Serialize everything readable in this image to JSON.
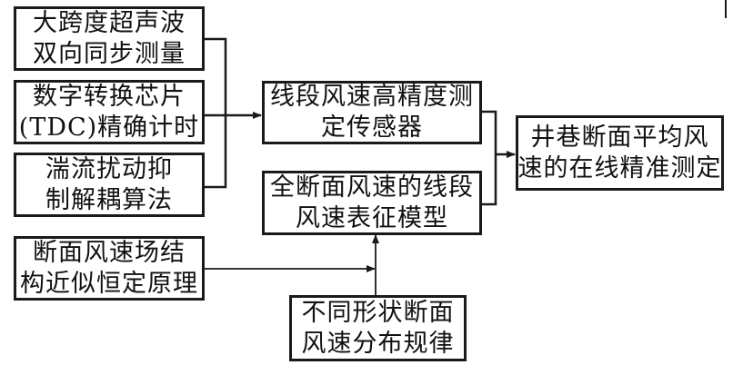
{
  "diagram": {
    "nodes": {
      "ultrasonic": {
        "lines": [
          "大跨度超声波",
          "双向同步测量"
        ]
      },
      "tdc": {
        "lines": [
          "数字转换芯片",
          "(TDC)精确计时"
        ]
      },
      "turbulence": {
        "lines": [
          "湍流扰动抑",
          "制解耦算法"
        ]
      },
      "sensor": {
        "lines": [
          "线段风速高精度测",
          "定传感器"
        ]
      },
      "model": {
        "lines": [
          "全断面风速的线段",
          "风速表征模型"
        ]
      },
      "result": {
        "lines": [
          "井巷断面平均风",
          "速的在线精准测定"
        ]
      },
      "principle": {
        "lines": [
          "断面风速场结",
          "构近似恒定原理"
        ]
      },
      "distribution": {
        "lines": [
          "不同形状断面",
          "风速分布规律"
        ]
      }
    },
    "edges": [
      {
        "from": [
          "ultrasonic",
          "tdc",
          "turbulence"
        ],
        "to": "sensor"
      },
      {
        "from": [
          "sensor",
          "model"
        ],
        "to": "result"
      },
      {
        "from": [
          "principle",
          "distribution"
        ],
        "to": "model"
      }
    ]
  }
}
